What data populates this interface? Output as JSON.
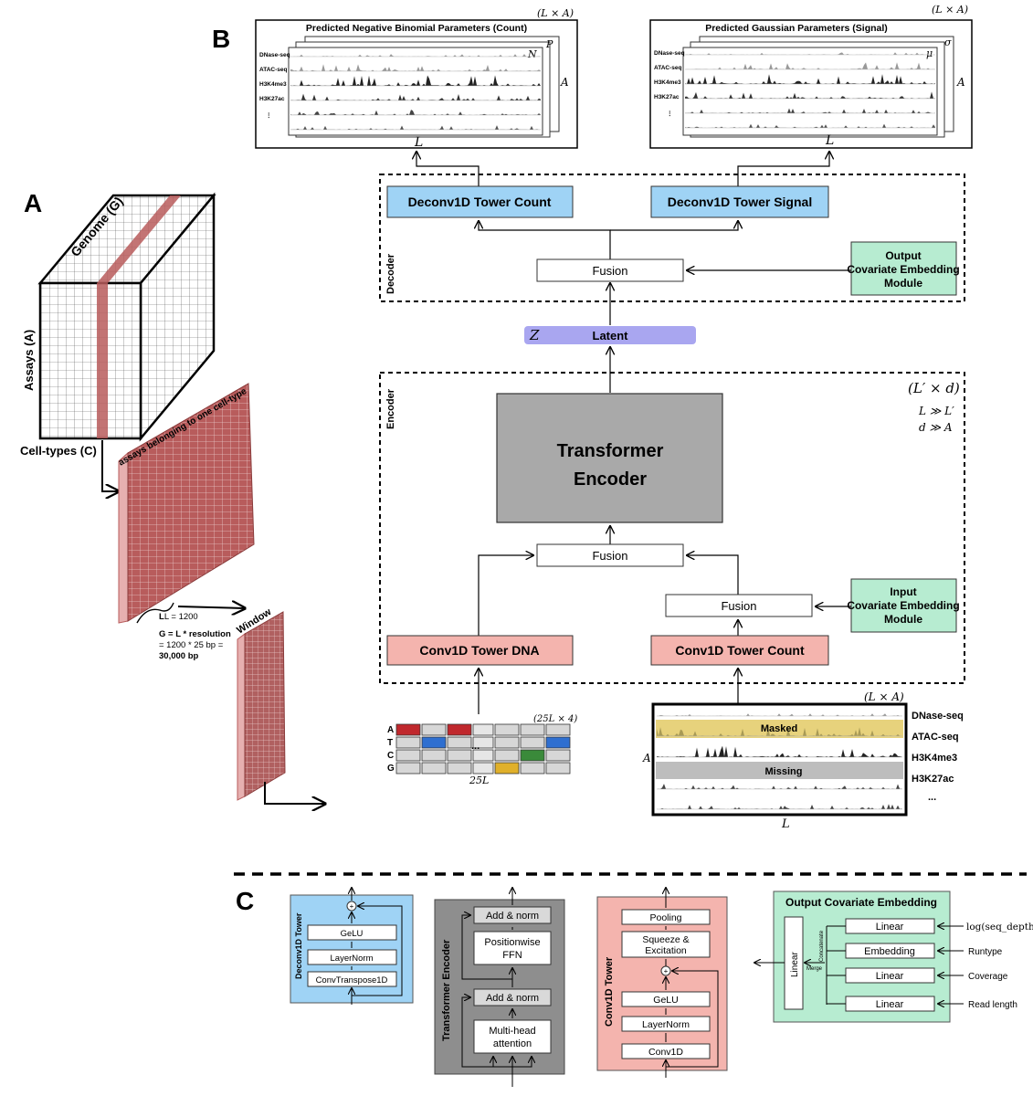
{
  "panels": {
    "a": "A",
    "b": "B",
    "c": "C"
  },
  "colors": {
    "blue": "#9fd3f5",
    "red": "#f4b4ae",
    "green": "#b7ecd1",
    "latent": "#a9a6f0",
    "gray_block": "#a9a9a9",
    "tensor_red": "#b85c5c",
    "masked": "#e7d27c",
    "missing": "#bdbdbd",
    "dna_a": "#c0282d",
    "dna_t": "#2f6fd0",
    "dna_c": "#3a8a3a",
    "dna_g": "#e0b02a"
  },
  "panel_a": {
    "genome": "Genome (G)",
    "assays": "Assays (A)",
    "celltypes": "Cell-types (C)",
    "slice_label": "assays belonging to one cell-type",
    "l_label": "L = 1200",
    "g_line1": "G = L * resolution",
    "g_line2": "= 1200 * 25 bp =",
    "g_line3": "30,000 bp",
    "window": "Window"
  },
  "panel_b": {
    "count_title": "Predicted Negative Binomial Parameters (Count)",
    "signal_title": "Predicted Gaussian Parameters (Signal)",
    "count_dim": "(L × A)",
    "signal_dim": "(L × A)",
    "count_layers": [
      "N",
      "P"
    ],
    "signal_layers": [
      "μ",
      "σ"
    ],
    "track_names": [
      "DNase-seq",
      "ATAC-seq",
      "H3K4me3",
      "H3K27ac",
      "⋮"
    ],
    "out_L": "L",
    "out_A": "A",
    "deconv_count": "Deconv1D Tower Count",
    "deconv_signal": "Deconv1D Tower Signal",
    "decoder": "Decoder",
    "fusion": "Fusion",
    "out_cov": "Output Covariate Embedding Module",
    "z": "Z",
    "latent": "Latent",
    "encoder": "Encoder",
    "transformer": "Transformer Encoder",
    "enc_dim": "(L′ × d)",
    "enc_cond1": "L ≫ L′",
    "enc_cond2": "d ≫ A",
    "in_cov": "Input Covariate Embedding Module",
    "conv_dna": "Conv1D Tower DNA",
    "conv_count": "Conv1D Tower Count",
    "dna_dim": "(25L × 4)",
    "dna_letters": [
      "A",
      "T",
      "C",
      "G"
    ],
    "dna_ellipsis": "...",
    "dna_len": "25L",
    "in_dim": "(L × A)",
    "in_tracks": [
      "DNase-seq",
      "ATAC-seq",
      "H3K4me3",
      "H3K27ac",
      "..."
    ],
    "masked": "Masked",
    "missing": "Missing",
    "in_A": "A",
    "in_L": "L"
  },
  "panel_c": {
    "deconv_tower": "Deconv1D Tower",
    "deconv_layers": [
      "GeLU",
      "LayerNorm",
      "ConvTranspose1D"
    ],
    "transformer_encoder": "Transformer Encoder",
    "tf_layers": [
      "Add & norm",
      "Positionwise FFN",
      "Add & norm",
      "Multi-head attention"
    ],
    "conv_tower": "Conv1D Tower",
    "conv_layers": [
      "Pooling",
      "Squeeze & Excitation",
      "GeLU",
      "LayerNorm",
      "Conv1D"
    ],
    "out_cov_title": "Output Covariate Embedding",
    "oc_linear": "Linear",
    "oc_merge": "Merge",
    "oc_concat": "Concatenate",
    "oc_layers": [
      "Linear",
      "Embedding",
      "Linear",
      "Linear"
    ],
    "oc_inputs": [
      "log(seq_depth)",
      "Runtype",
      "Coverage",
      "Read length"
    ],
    "plus": "+"
  }
}
